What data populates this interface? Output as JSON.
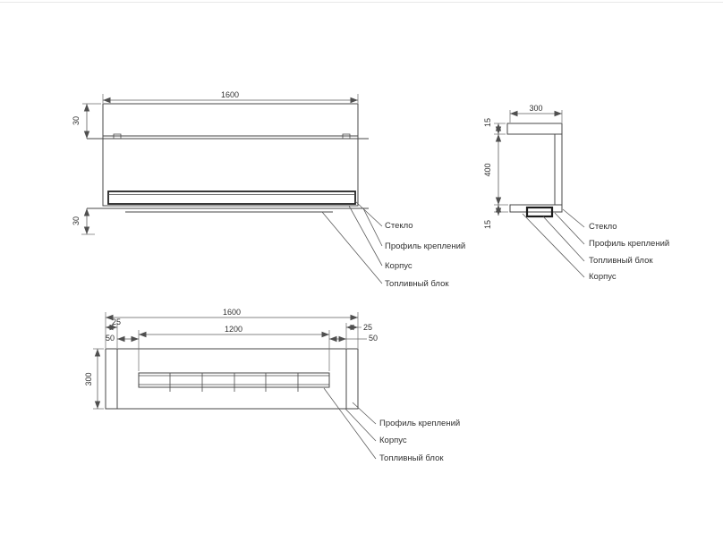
{
  "colors": {
    "background": "#ffffff",
    "part_line": "#474747",
    "dim_line": "#5c5c5c",
    "text": "#303030",
    "fuel_block_line": "#1d1d1d"
  },
  "front_view": {
    "dim_width": "1600",
    "dim_top_offset": "30",
    "dim_bottom_offset": "30",
    "labels": {
      "glass": "Стекло",
      "profile": "Профиль креплений",
      "body": "Корпус",
      "fuel_block": "Топливный блок"
    }
  },
  "side_view": {
    "dim_depth": "300",
    "dim_top_thickness": "15",
    "dim_height": "400",
    "dim_bottom_thickness": "15",
    "labels": {
      "glass": "Стекло",
      "profile": "Профиль креплений",
      "fuel_block": "Топливный блок",
      "body": "Корпус"
    }
  },
  "plan_view": {
    "dim_width": "1600",
    "dim_burner_length": "1200",
    "dim_left_wall": "25",
    "dim_left_inset": "50",
    "dim_right_wall": "25",
    "dim_right_inset": "50",
    "dim_depth": "300",
    "labels": {
      "profile": "Профиль креплений",
      "body": "Корпус",
      "fuel_block": "Топливный блок"
    }
  }
}
